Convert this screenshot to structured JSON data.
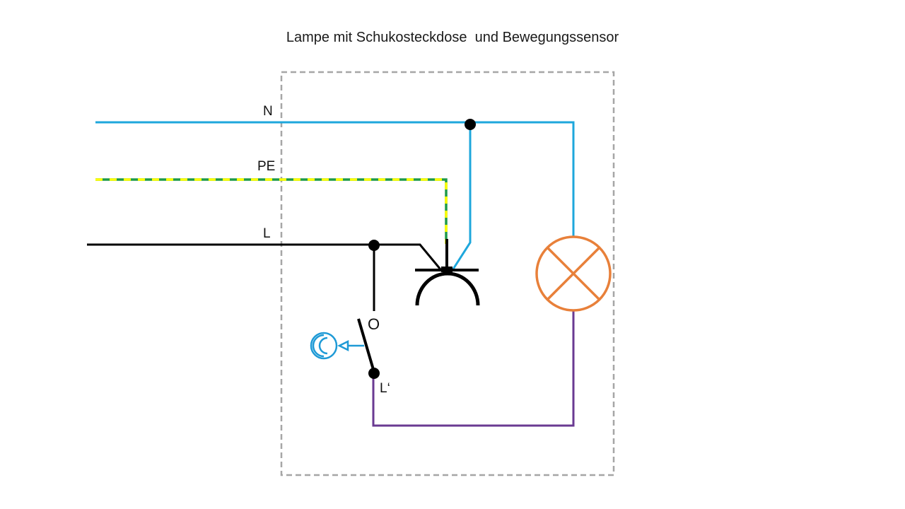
{
  "title": "Lampe mit Schukosteckdose  und Bewegungssensor",
  "labels": {
    "neutral": "N",
    "protective_earth": "PE",
    "phase": "L",
    "switch_contact": "O",
    "switched_phase": "L‘"
  },
  "colors": {
    "neutral": "#1ea7dc",
    "phase": "#000000",
    "earth_green": "#1f9a4a",
    "earth_yellow": "#ffff00",
    "switched_phase": "#6a3a92",
    "lamp": "#e8803a",
    "sensor": "#1e9ad6",
    "housing": "#a6a6a6"
  },
  "icons": {
    "lamp": "lamp-symbol-icon",
    "socket": "schuko-socket-icon",
    "sensor": "motion-sensor-icon",
    "switch": "switch-contact-icon"
  }
}
